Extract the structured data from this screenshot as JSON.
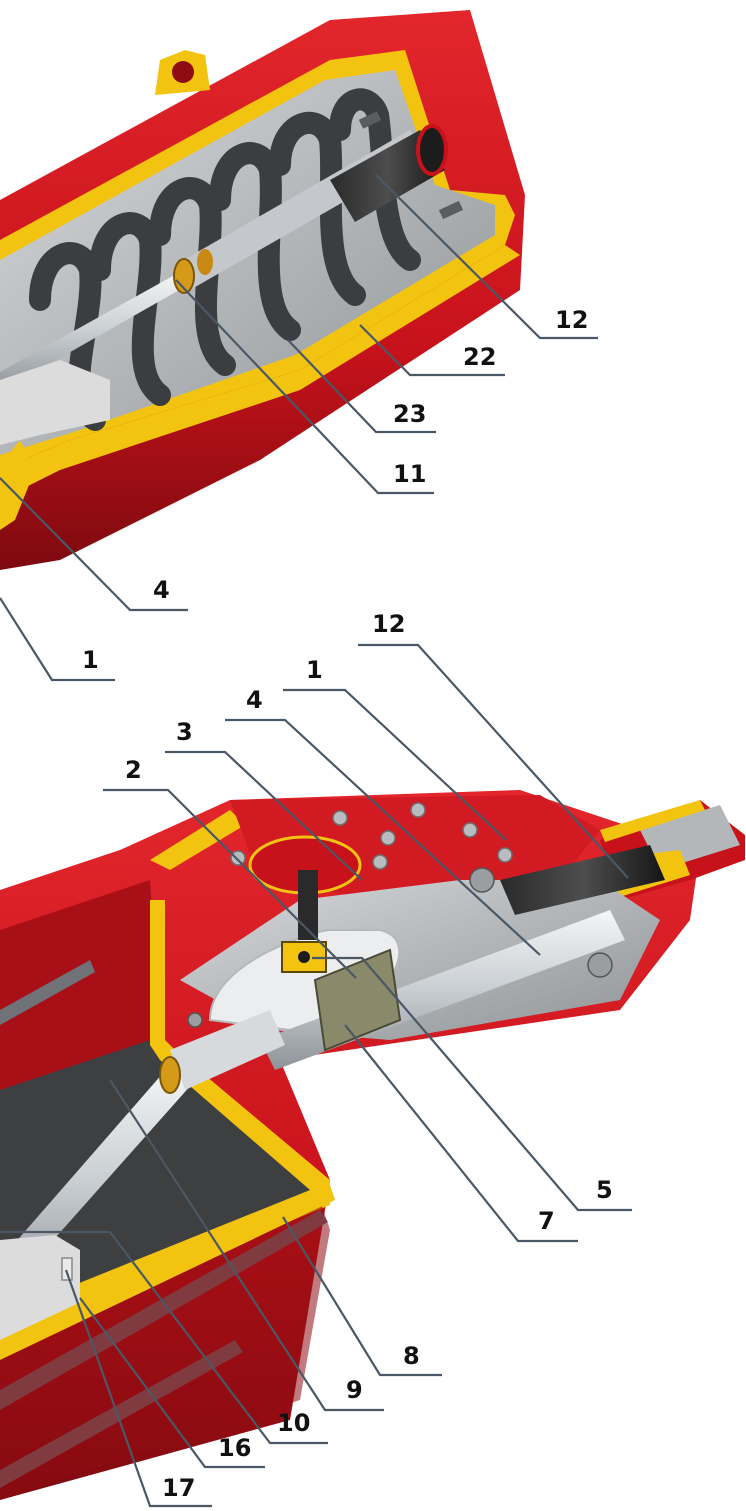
{
  "colors": {
    "housing_red": "#c8121b",
    "housing_dark": "#8e0c12",
    "cut_yellow": "#f2c40f",
    "interior_gray": "#b9bcbf",
    "steel": "#d9dde0",
    "leader_line": "#4a5866",
    "label_text": "#111111"
  },
  "callouts": {
    "top": [
      {
        "id": "c12a",
        "text": "12"
      },
      {
        "id": "c22",
        "text": "22"
      },
      {
        "id": "c23",
        "text": "23"
      },
      {
        "id": "c11",
        "text": "11"
      },
      {
        "id": "c4a",
        "text": "4"
      },
      {
        "id": "c1a",
        "text": "1"
      }
    ],
    "bottom": [
      {
        "id": "c12b",
        "text": "12"
      },
      {
        "id": "c1b",
        "text": "1"
      },
      {
        "id": "c4b",
        "text": "4"
      },
      {
        "id": "c3",
        "text": "3"
      },
      {
        "id": "c2",
        "text": "2"
      },
      {
        "id": "c5",
        "text": "5"
      },
      {
        "id": "c7",
        "text": "7"
      },
      {
        "id": "c8",
        "text": "8"
      },
      {
        "id": "c9",
        "text": "9"
      },
      {
        "id": "c10",
        "text": "10"
      },
      {
        "id": "c16",
        "text": "16"
      },
      {
        "id": "c17",
        "text": "17"
      }
    ]
  }
}
